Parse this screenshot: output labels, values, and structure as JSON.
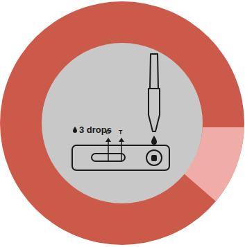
{
  "diagram": {
    "labels": [
      "3 drops",
      "C",
      "T"
    ]
  }
}
